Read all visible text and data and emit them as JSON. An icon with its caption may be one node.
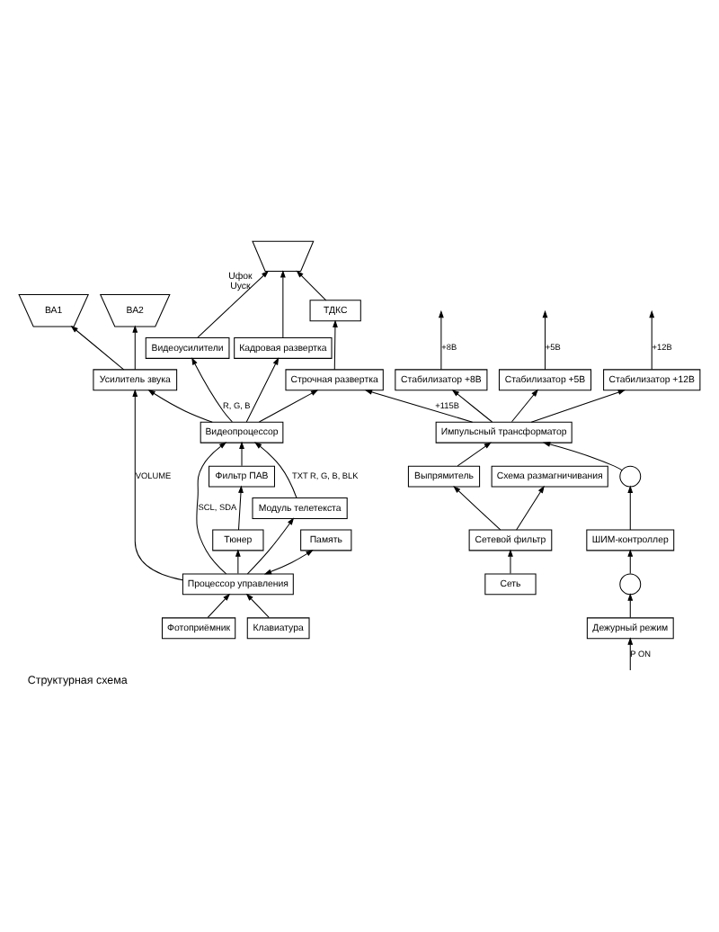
{
  "diagram": {
    "caption": "Структурная схема",
    "nodes": [
      {
        "text": [],
        "shape": "picture",
        "beside": [
          "Uфок",
          "Uуск"
        ]
      },
      {
        "text": [
          "ВА1"
        ]
      },
      {
        "text": [
          "ВА2"
        ]
      },
      {
        "text": [
          "Усилитель звука"
        ]
      },
      {
        "text": [
          "Видеоусилители"
        ]
      },
      {
        "text": [
          "Кадровая развертка"
        ]
      },
      {
        "text": [
          "Строчная развертка"
        ]
      },
      {
        "text": [
          "ТДКС"
        ]
      },
      {
        "text": [
          "Видеопроцессор"
        ]
      },
      {
        "text": [
          "Тюнер"
        ]
      },
      {
        "text": [
          "Фильтр ПАВ"
        ]
      },
      {
        "text": [
          "Модуль телетекста"
        ]
      },
      {
        "text": [
          "Процессор управления"
        ]
      },
      {
        "text": [
          "Память"
        ]
      },
      {
        "text": [
          "Фотоприёмник"
        ]
      },
      {
        "text": [
          "Клавиатура"
        ]
      },
      {
        "text": [
          "Сеть"
        ]
      },
      {
        "text": [
          "Сетевой фильтр"
        ]
      },
      {
        "text": [
          "Выпрямитель"
        ]
      },
      {
        "text": [
          "Схема размагничивания"
        ]
      },
      {
        "text": [
          "ШИМ-контроллер"
        ]
      },
      {
        "text": [],
        "shape": "circle"
      },
      {
        "text": [
          "Импульсный трансформатор"
        ]
      },
      {
        "text": [],
        "shape": "circle"
      },
      {
        "text": [
          "Стабилизатор +8В"
        ]
      },
      {
        "text": [
          "Стабилизатор +5В"
        ]
      },
      {
        "text": [
          "Стабилизатор +12В"
        ]
      },
      {
        "text": [
          "Дежурный режим"
        ]
      }
    ],
    "edges": [
      {
        "from": 15,
        "to": 12,
        "arrow": "to"
      },
      {
        "from": 14,
        "to": 12,
        "arrow": "to"
      },
      {
        "from": 12,
        "to": 13,
        "arrow": "both"
      },
      {
        "from": 12,
        "to": 8,
        "arrow": "to",
        "label": "SCL, SDA"
      },
      {
        "from": 12,
        "to": 9,
        "arrow": "to"
      },
      {
        "from": 12,
        "to": 11,
        "arrow": "to"
      },
      {
        "from": 12,
        "to": 3,
        "arrow": "to",
        "label": "VOLUME"
      },
      {
        "from": 9,
        "to": 10,
        "arrow": "to"
      },
      {
        "from": 10,
        "to": 8,
        "arrow": "to"
      },
      {
        "from": 11,
        "to": 8,
        "arrow": "to",
        "label": "TXT R, G, B, BLK"
      },
      {
        "from": 8,
        "to": 4,
        "arrow": "to",
        "label": "R, G, B"
      },
      {
        "from": 4,
        "to": 0,
        "arrow": "to"
      },
      {
        "from": 8,
        "to": 3,
        "arrow": "to"
      },
      {
        "from": 3,
        "to": 1,
        "arrow": "to"
      },
      {
        "from": 3,
        "to": 2,
        "arrow": "to"
      },
      {
        "from": 8,
        "to": 5,
        "arrow": "to"
      },
      {
        "from": 5,
        "to": 0,
        "arrow": "to"
      },
      {
        "from": 8,
        "to": 6,
        "arrow": "to"
      },
      {
        "from": 6,
        "to": 7,
        "arrow": "to"
      },
      {
        "from": 7,
        "to": 0,
        "arrow": "to"
      },
      {
        "from": 16,
        "to": 17,
        "arrow": "to"
      },
      {
        "from": 17,
        "to": 18,
        "arrow": "to"
      },
      {
        "from": 17,
        "to": 19,
        "arrow": "to"
      },
      {
        "from": 18,
        "to": 22,
        "arrow": "to"
      },
      {
        "from": 20,
        "to": 21,
        "arrow": "to"
      },
      {
        "from": 21,
        "to": 22,
        "arrow": "to"
      },
      {
        "from": 22,
        "to": 24,
        "arrow": "to"
      },
      {
        "from": 22,
        "to": 25,
        "arrow": "to"
      },
      {
        "from": 22,
        "to": 26,
        "arrow": "to"
      },
      {
        "from": 22,
        "to": 6,
        "arrow": "to",
        "label": "+115В"
      },
      {
        "from": 23,
        "to": 20,
        "arrow": "to"
      },
      {
        "from": 27,
        "to": 23,
        "arrow": "to"
      },
      {
        "from": null,
        "to": 27,
        "arrow": "to",
        "label": "P ON"
      },
      {
        "from": 24,
        "to": null,
        "arrow": "to",
        "label": "+8В"
      },
      {
        "from": 25,
        "to": null,
        "arrow": "to",
        "label": "+5В"
      },
      {
        "from": 26,
        "to": null,
        "arrow": "to",
        "label": "+12В"
      }
    ]
  }
}
